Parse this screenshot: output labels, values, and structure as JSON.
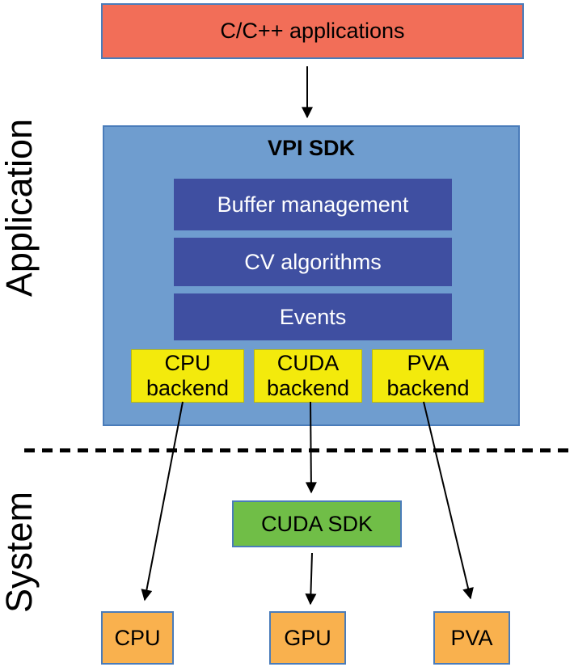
{
  "layers": {
    "application": "Application",
    "system": "System"
  },
  "nodes": {
    "applications": "C/C++ applications",
    "vpi_sdk_title": "VPI SDK",
    "buffer_management": "Buffer management",
    "cv_algorithms": "CV algorithms",
    "events": "Events",
    "cpu_backend": "CPU\nbackend",
    "cuda_backend": "CUDA\nbackend",
    "pva_backend": "PVA\nbackend",
    "cuda_sdk": "CUDA SDK",
    "cpu": "CPU",
    "gpu": "GPU",
    "pva": "PVA"
  },
  "colors": {
    "applications_fill": "#f26e58",
    "vpi_sdk_fill": "#6f9dcf",
    "inner_module_fill": "#3f4fa1",
    "inner_module_text": "#ffffff",
    "backend_fill": "#f3ea0c",
    "cuda_sdk_fill": "#70be47",
    "hardware_fill": "#f9b14e",
    "box_border": "#4a7cba",
    "arrow": "#000000",
    "divider": "#000000"
  }
}
